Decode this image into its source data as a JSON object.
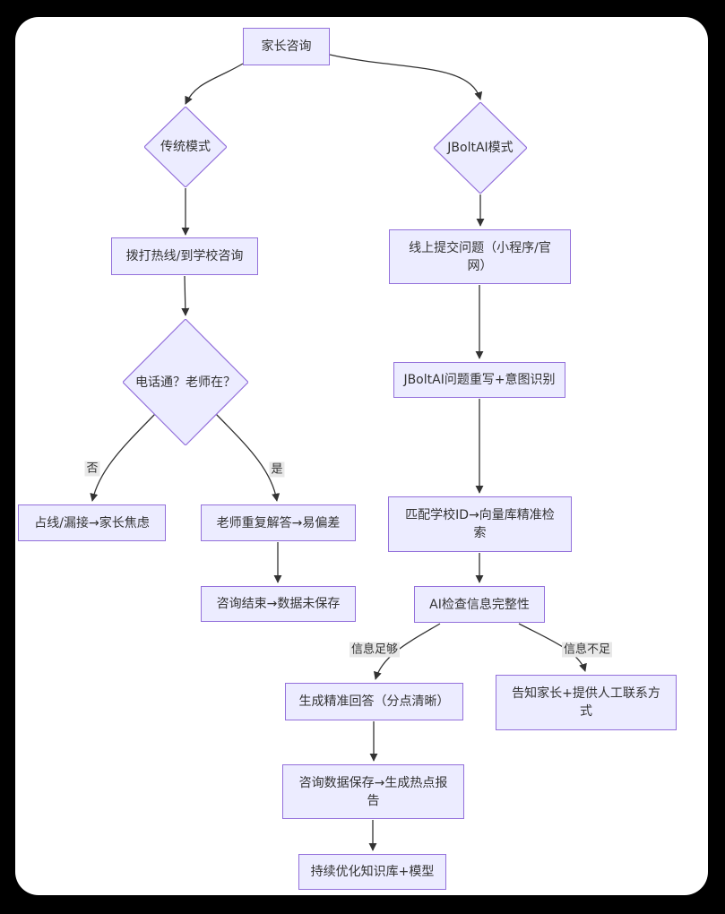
{
  "diagram": {
    "nodes": {
      "parent_inquiry": {
        "label": "家长咨询"
      },
      "traditional_mode": {
        "label": "传统模式"
      },
      "jboltai_mode": {
        "label": "JBoltAI模式"
      },
      "call_hotline": {
        "label": "拨打热线/到学校咨询"
      },
      "phone_teacher_check": {
        "label": "电话通？老师在？"
      },
      "busy_missed": {
        "label": "占线/漏接→家长焦虑"
      },
      "teacher_repeat": {
        "label": "老师重复解答→易偏差"
      },
      "consult_end_unsaved": {
        "label": "咨询结束→数据未保存"
      },
      "online_submit": {
        "label": "线上提交问题（小程序/官网）"
      },
      "rewrite_intent": {
        "label": "JBoltAI问题重写+意图识别"
      },
      "match_school_search": {
        "label": "匹配学校ID→向量库精准检索"
      },
      "ai_completeness_check": {
        "label": "AI检查信息完整性"
      },
      "generate_answer": {
        "label": "生成精准回答（分点清晰）"
      },
      "notify_manual_contact": {
        "label": "告知家长+提供人工联系方式"
      },
      "save_data_report": {
        "label": "咨询数据保存→生成热点报告"
      },
      "optimize_knowledge": {
        "label": "持续优化知识库+模型"
      }
    },
    "edge_labels": {
      "no": "否",
      "yes": "是",
      "info_enough": "信息足够",
      "info_insufficient": "信息不足"
    },
    "colors": {
      "node_fill": "#ECECFF",
      "node_border": "#9370DB",
      "edge_line": "#333333",
      "edge_label_bg": "#e8e8e8",
      "text": "#333333",
      "canvas_bg": "#ffffff",
      "page_bg": "#000000"
    }
  }
}
